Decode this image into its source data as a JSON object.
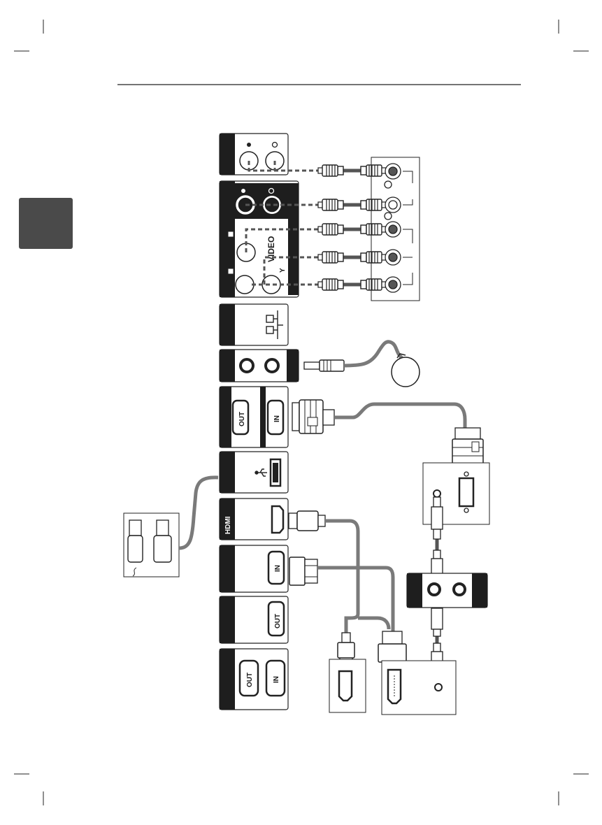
{
  "panel_labels": {
    "video": "VIDEO",
    "y": "Y",
    "rgb_out": "OUT",
    "rgb_in": "IN",
    "hdmi": "HDMI",
    "dvi_in": "IN",
    "dvi_out": "OUT",
    "ir_out": "OUT",
    "ir_in": "IN"
  },
  "colors": {
    "panel": "#1e1e1e",
    "cable_gray": "#7a7a7a",
    "cable_dark": "#555555",
    "side_tab": "#4a4a4a"
  },
  "icons": [
    "usb-icon",
    "lan-icon",
    "hdmi-port-icon",
    "dvi-port-icon",
    "rgb-port-icon",
    "ir-receiver-icon",
    "usb-stick-icon"
  ]
}
